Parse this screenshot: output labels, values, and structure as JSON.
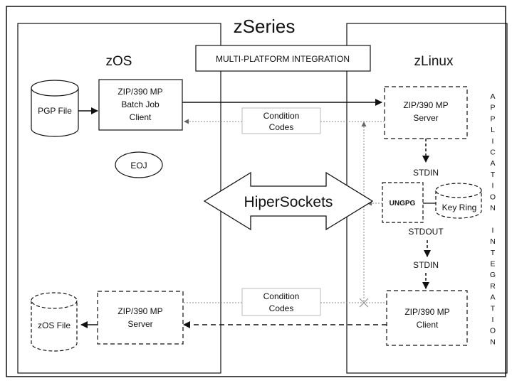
{
  "diagram": {
    "title": "zSeries",
    "integration_label": "MULTI-PLATFORM INTEGRATION",
    "left_panel": {
      "title": "zOS"
    },
    "right_panel": {
      "title": "zLinux"
    },
    "pgp_file": "PGP File",
    "batch_client": {
      "line1": "ZIP/390 MP",
      "line2": "Batch Job",
      "line3": "Client"
    },
    "eoj": "EOJ",
    "mp_server_right": {
      "line1": "ZIP/390 MP",
      "line2": "Server"
    },
    "condition_codes_top": {
      "line1": "Condition",
      "line2": "Codes"
    },
    "stdin_1": "STDIN",
    "ungpg": "UNGPG",
    "key_ring": "Key Ring",
    "stdout": "STDOUT",
    "stdin_2": "STDIN",
    "hipersockets": "HiperSockets",
    "condition_codes_bottom": {
      "line1": "Condition",
      "line2": "Codes"
    },
    "mp_client_right": {
      "line1": "ZIP/390 MP",
      "line2": "Client"
    },
    "mp_server_left": {
      "line1": "ZIP/390 MP",
      "line2": "Server"
    },
    "zos_file": "zOS File",
    "side_label_letters": [
      "A",
      "P",
      "P",
      "L",
      "I",
      "C",
      "A",
      "T",
      "I",
      "O",
      "N",
      "",
      "I",
      "N",
      "T",
      "E",
      "G",
      "R",
      "A",
      "T",
      "I",
      "O",
      "N"
    ]
  }
}
